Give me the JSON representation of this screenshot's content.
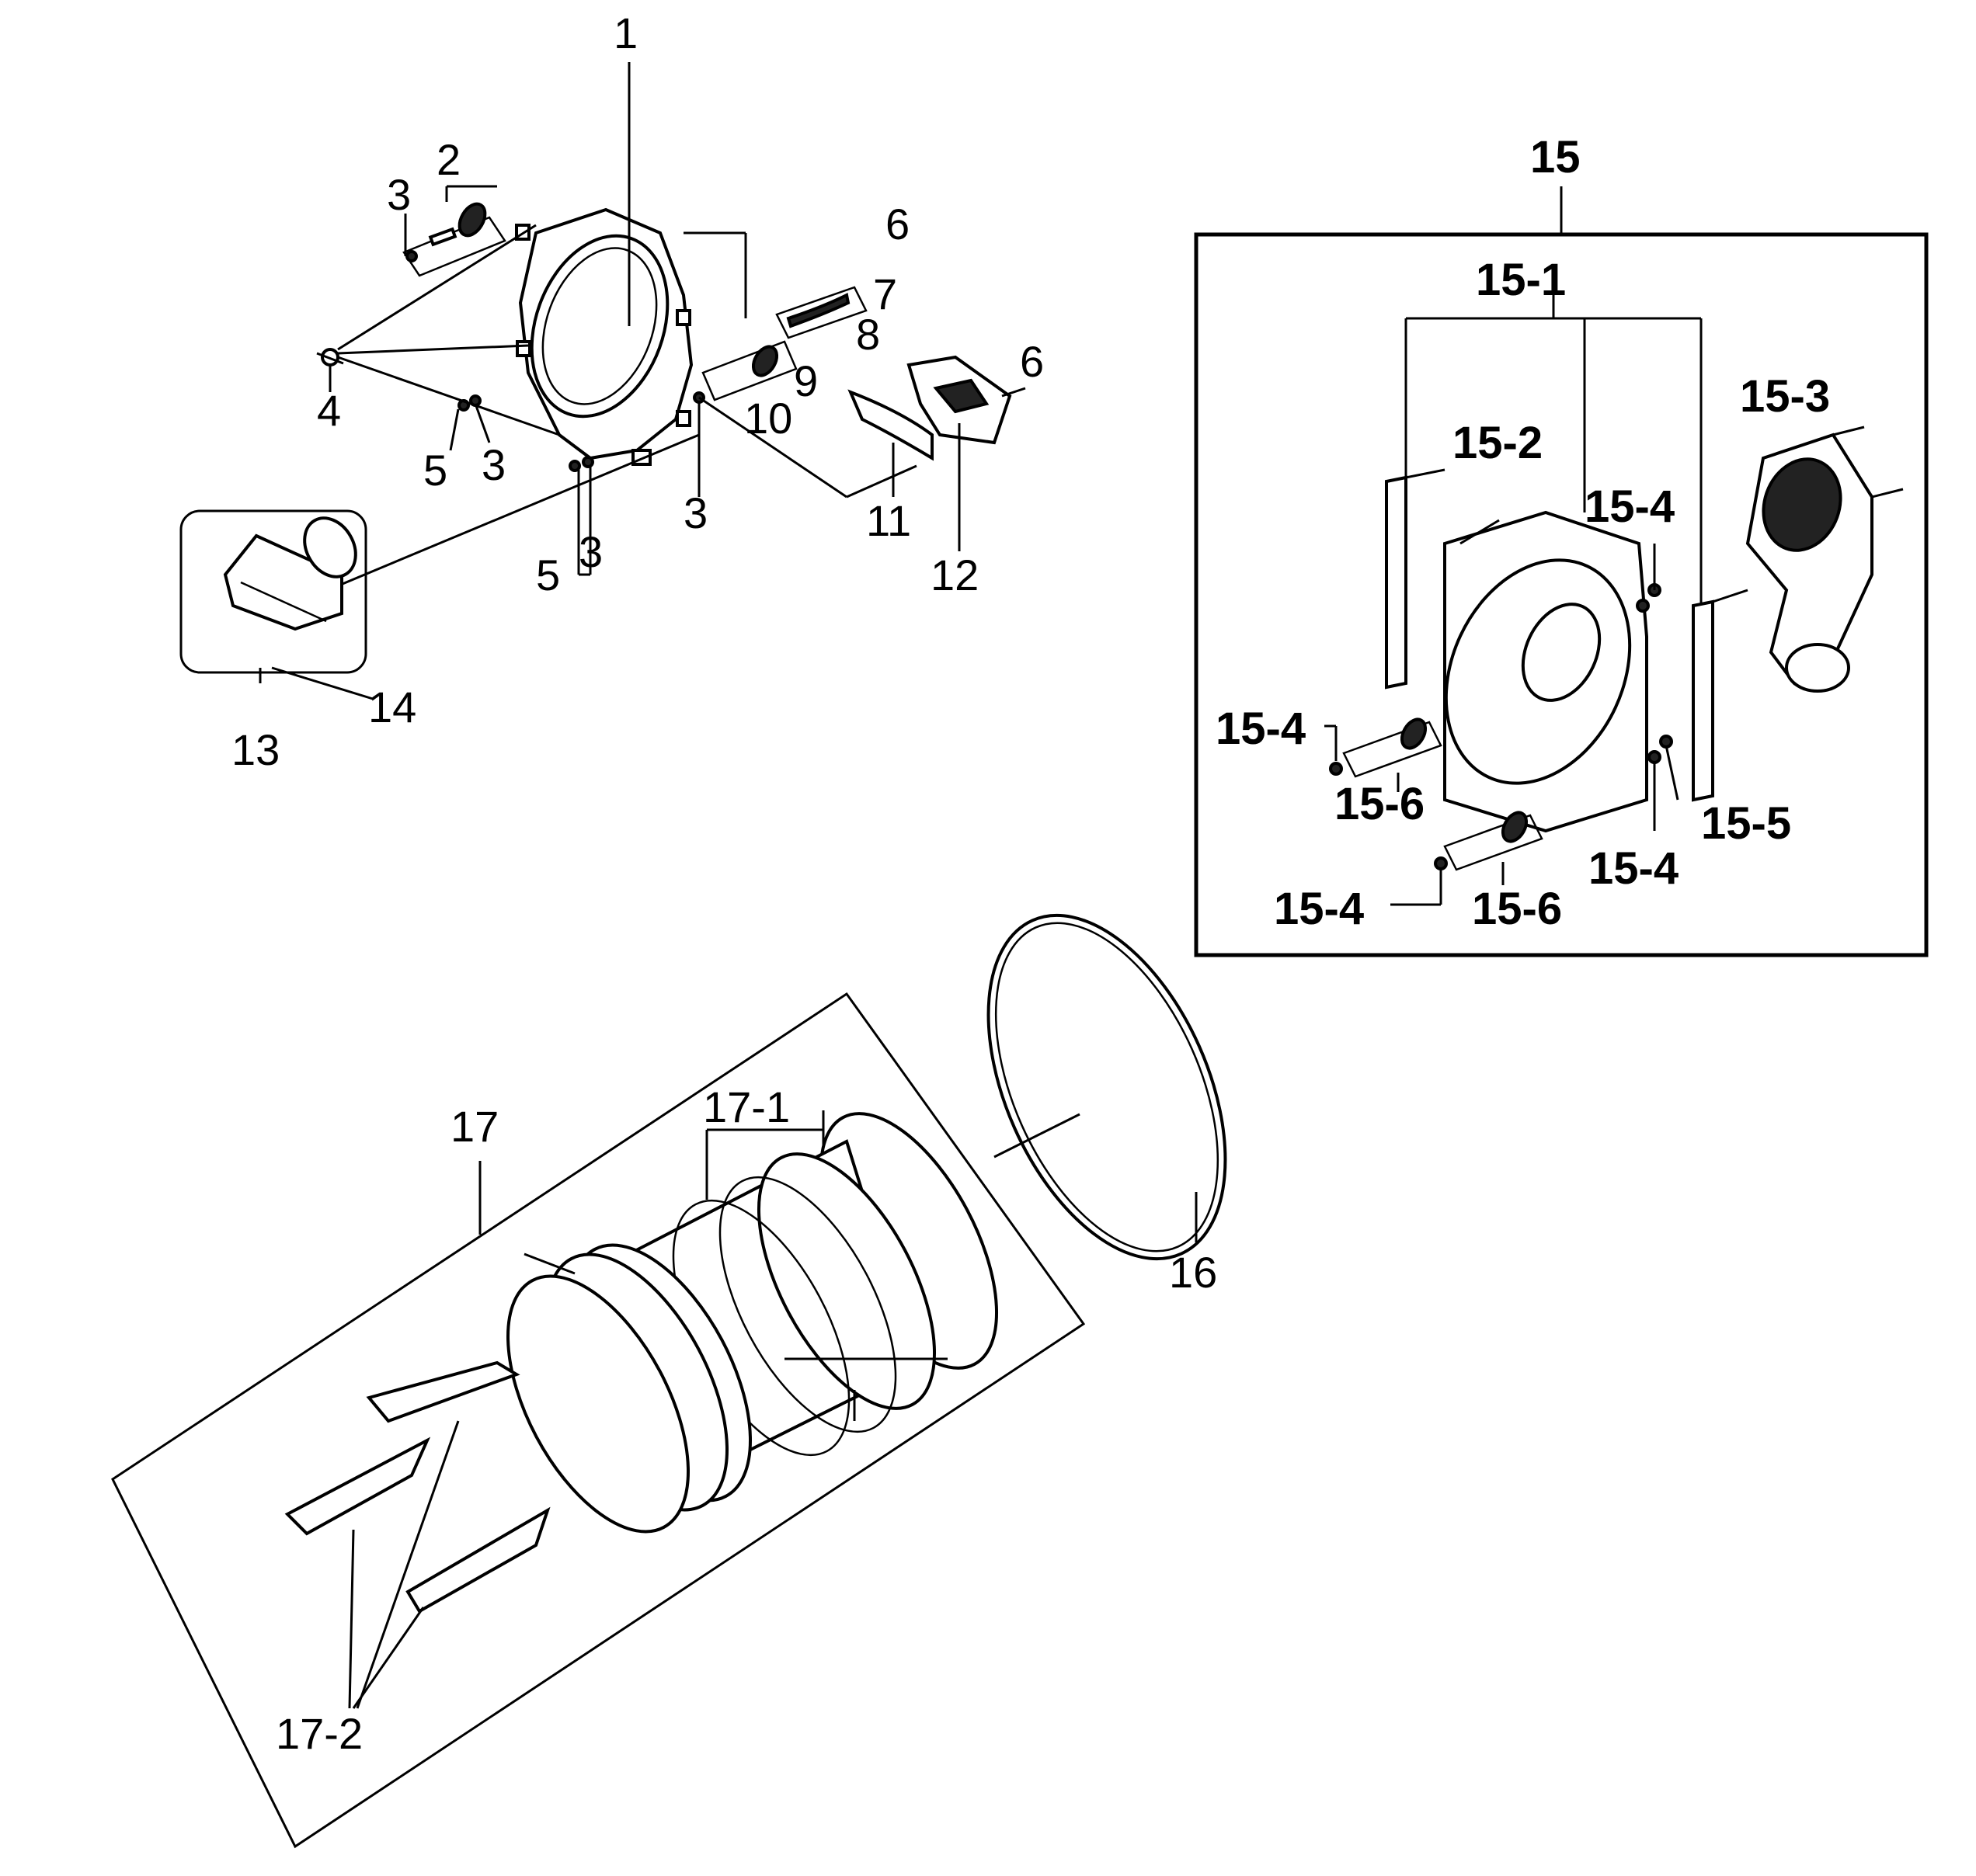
{
  "labels": {
    "l1": "1",
    "l2": "2",
    "l3a": "3",
    "l3b": "3",
    "l3c": "3",
    "l3d": "3",
    "l4": "4",
    "l5a": "5",
    "l5b": "5",
    "l6a": "6",
    "l6b": "6",
    "l7": "7",
    "l8": "8",
    "l9": "9",
    "l10": "10",
    "l11": "11",
    "l12": "12",
    "l13": "13",
    "l14": "14",
    "l15": "15",
    "l15_1": "15-1",
    "l15_2": "15-2",
    "l15_3": "15-3",
    "l15_4a": "15-4",
    "l15_4b": "15-4",
    "l15_4c": "15-4",
    "l15_4d": "15-4",
    "l15_5": "15-5",
    "l15_6a": "15-6",
    "l15_6b": "15-6",
    "l16": "16",
    "l17": "17",
    "l17_1": "17-1",
    "l17_2": "17-2"
  }
}
